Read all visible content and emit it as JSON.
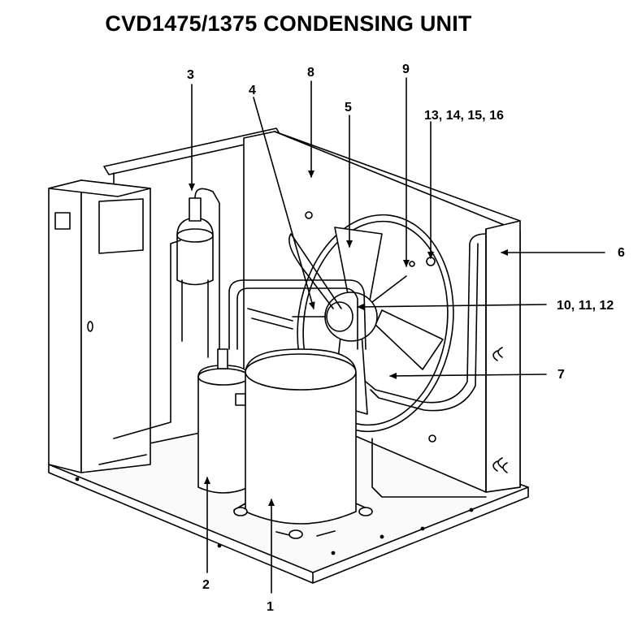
{
  "title": "CVD1475/1375 CONDENSING UNIT",
  "callouts": {
    "c1": "1",
    "c2": "2",
    "c3": "3",
    "c4": "4",
    "c5": "5",
    "c6": "6",
    "c7": "7",
    "c8": "8",
    "c9": "9",
    "c10": "10, 11, 12",
    "c13": "13, 14, 15, 16"
  },
  "colors": {
    "line": "#000000",
    "panel_shade": "#d9d9d9",
    "part_shade": "#eeeeee",
    "background": "#ffffff"
  }
}
